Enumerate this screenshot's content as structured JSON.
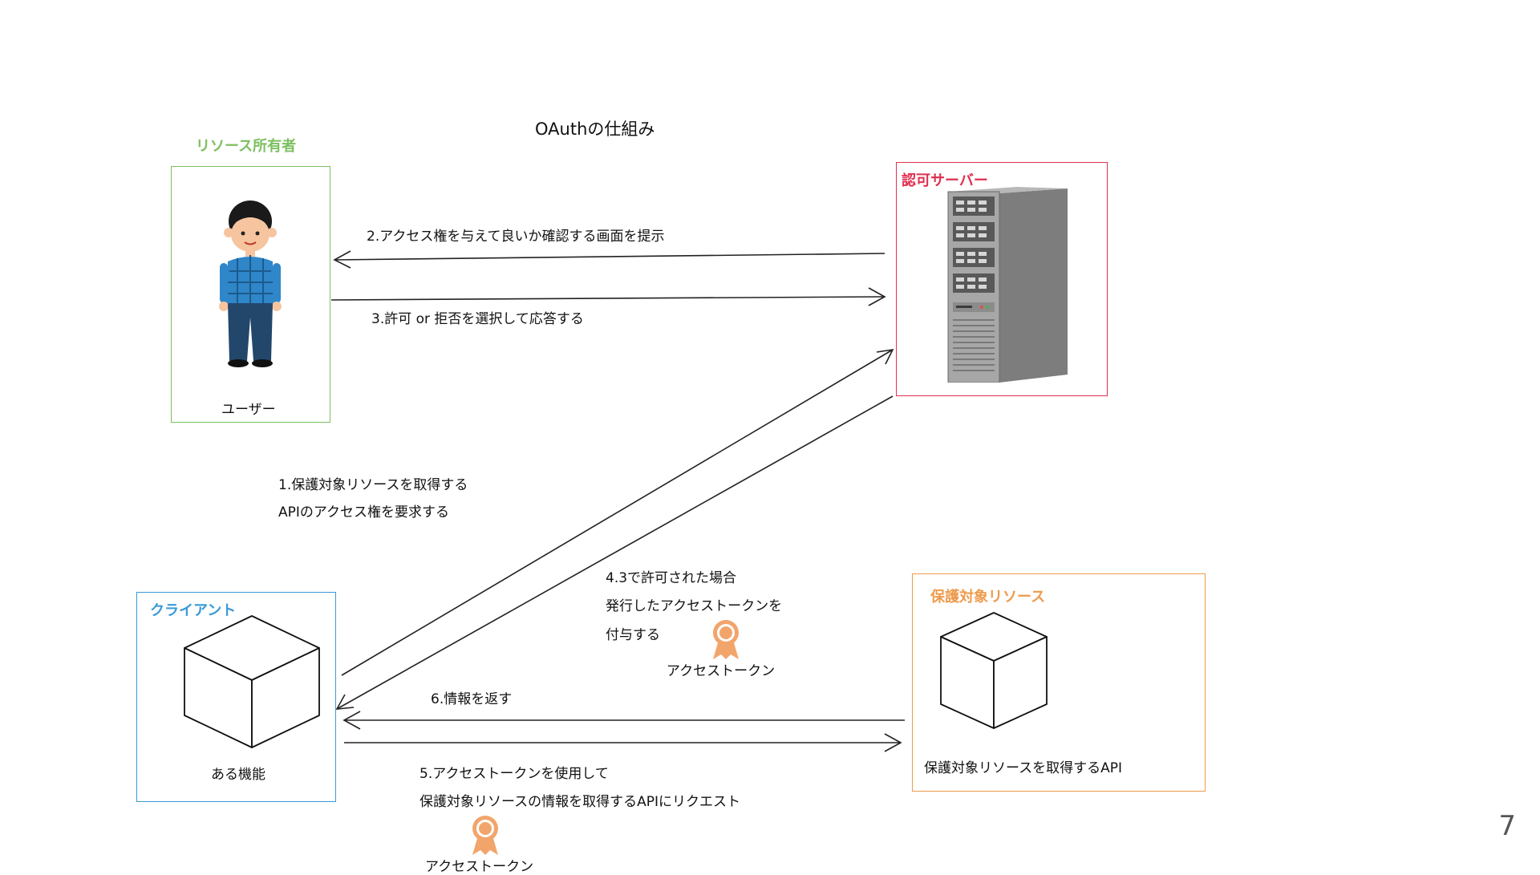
{
  "title": "OAuthの仕組み",
  "colors": {
    "owner": "#7cbf5f",
    "auth_server": "#e0304f",
    "client": "#3a9ad9",
    "protected": "#ee9a4c",
    "token": "#f2a56b"
  },
  "resource_owner": {
    "title": "リソース所有者",
    "caption": "ユーザー",
    "icon": "person-icon"
  },
  "auth_server": {
    "title": "認可サーバー",
    "icon": "server-icon"
  },
  "client": {
    "title": "クライアント",
    "caption": "ある機能",
    "icon": "cube-icon"
  },
  "protected_resource": {
    "title": "保護対象リソース",
    "caption": "保護対象リソースを取得するAPI",
    "icon": "cube-icon"
  },
  "steps": {
    "step1": [
      "1.保護対象リソースを取得する",
      "APIのアクセス権を要求する"
    ],
    "step2": "2.アクセス権を与えて良いか確認する画面を提示",
    "step3": "3.許可 or 拒否を選択して応答する",
    "step4": [
      "4.3で許可された場合",
      "発行したアクセストークンを",
      "付与する"
    ],
    "step5": [
      "5.アクセストークンを使用して",
      "保護対象リソースの情報を取得するAPIにリクエスト"
    ],
    "step6": "6.情報を返す"
  },
  "token_label": "アクセストークン",
  "page_number": "7"
}
